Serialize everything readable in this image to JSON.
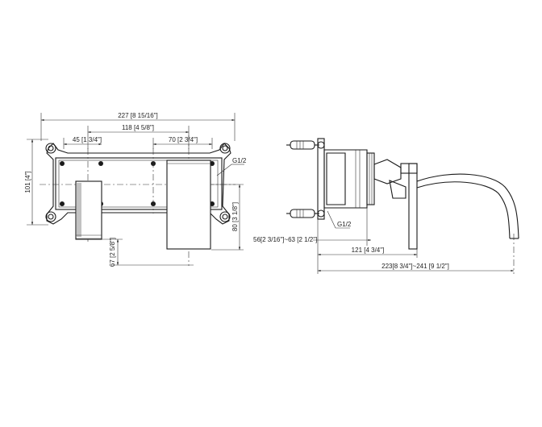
{
  "front_view": {
    "dim_width_overall": "227 [8 15/16\"]",
    "dim_width_holes": "118 [4 5/8\"]",
    "dim_left_offset": "45 [1 3/4\"]",
    "dim_right_offset": "70 [2 3/4\"]",
    "dim_height": "101 [4\"]",
    "dim_right_height": "80 [3 1/8\"]",
    "dim_handle_depth": "67 [2 5/8\"]",
    "thread_label": "G1/2"
  },
  "side_view": {
    "thread_label": "G1/2",
    "dim_wall_depth": "56[2 3/16\"]~63 [2 1/2\"]",
    "dim_spout_body": "121 [4 3/4\"]",
    "dim_spout_reach": "223[8 3/4\"]~241 [9 1/2\"]"
  }
}
